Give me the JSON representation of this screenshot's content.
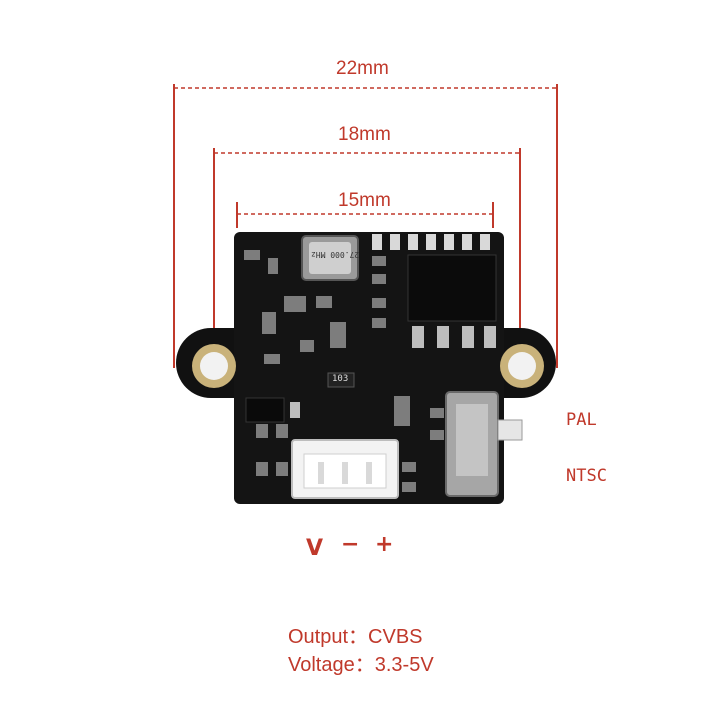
{
  "dimensions": {
    "outer": "22mm",
    "holes": "18mm",
    "board": "15mm"
  },
  "switch_labels": {
    "pal": "PAL",
    "ntsc": "NTSC"
  },
  "pin_labels": {
    "video": "V",
    "minus": "−",
    "plus": "+"
  },
  "specs": {
    "output": "Output：CVBS",
    "voltage": "Voltage：3.3-5V"
  },
  "crystal_marking": "27.000 MHz",
  "resistor_marking": "103",
  "colors": {
    "annotation": "#c0392b",
    "pcb": "#111111"
  }
}
